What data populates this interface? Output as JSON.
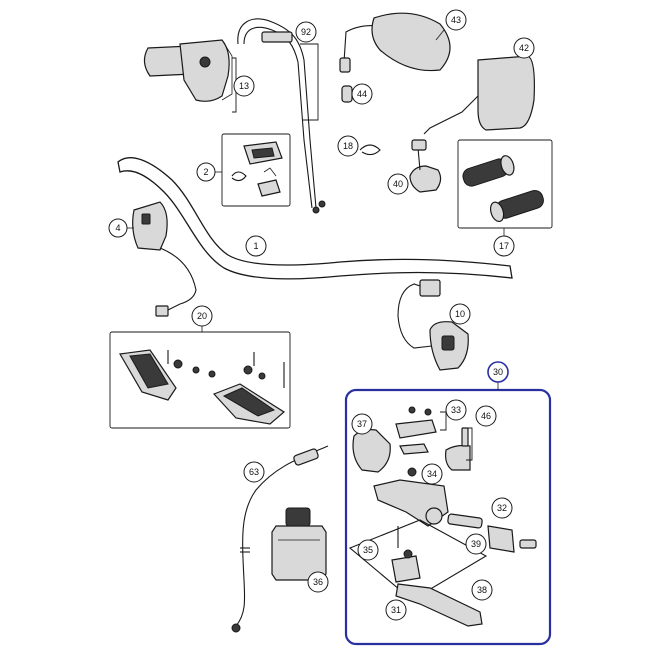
{
  "callouts": {
    "c1": "1",
    "c2": "2",
    "c4": "4",
    "c10": "10",
    "c13": "13",
    "c17": "17",
    "c18": "18",
    "c20": "20",
    "c30": "30",
    "c31": "31",
    "c32": "32",
    "c33": "33",
    "c34": "34",
    "c35": "35",
    "c36": "36",
    "c37": "37",
    "c38": "38",
    "c39": "39",
    "c40": "40",
    "c42": "42",
    "c43": "43",
    "c44": "44",
    "c46": "46",
    "c63": "63",
    "c92": "92"
  },
  "colors": {
    "accent": "#2a2fa0",
    "stroke": "#1a1a1a",
    "part_fill": "#d9d9d9"
  }
}
